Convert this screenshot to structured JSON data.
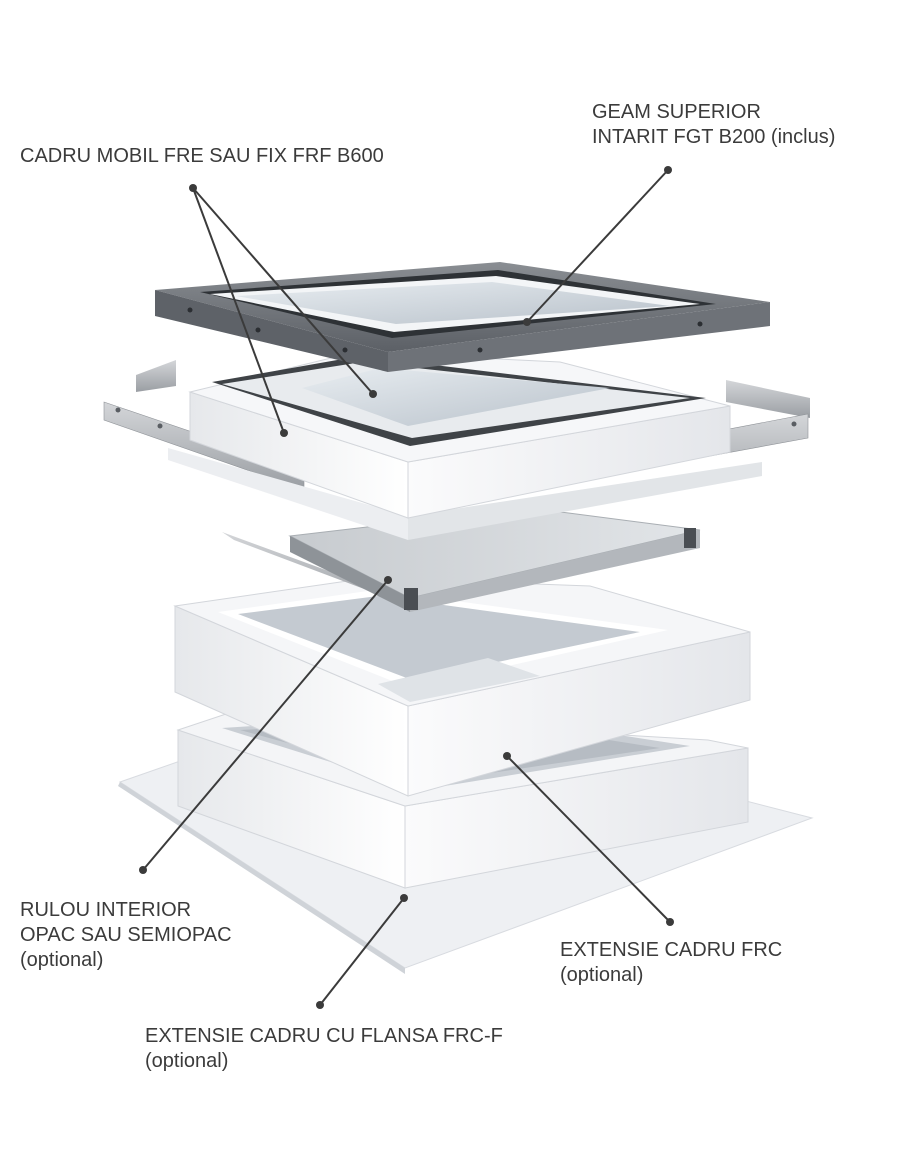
{
  "diagram": {
    "labels": {
      "cadru_mobil": {
        "lines": [
          "CADRU MOBIL FRE SAU FIX FRF B600"
        ]
      },
      "geam_superior": {
        "lines": [
          "GEAM SUPERIOR",
          "INTARIT FGT B200 (inclus)"
        ]
      },
      "rulou_interior": {
        "lines": [
          "RULOU INTERIOR",
          "OPAC SAU SEMIOPAC",
          "(optional)"
        ]
      },
      "extensie_frc": {
        "lines": [
          "EXTENSIE CADRU FRC",
          "(optional)"
        ]
      },
      "extensie_frc_f": {
        "lines": [
          "EXTENSIE CADRU CU FLANSA FRC-F",
          "(optional)"
        ]
      }
    },
    "colors": {
      "text": "#3b3b3b",
      "leader_line": "#3b3b3b",
      "frame_dark": "#6b6f74",
      "frame_white": "#f2f3f5",
      "glass": "#cfd6dd",
      "aluminium": "#b9bcbf"
    }
  }
}
